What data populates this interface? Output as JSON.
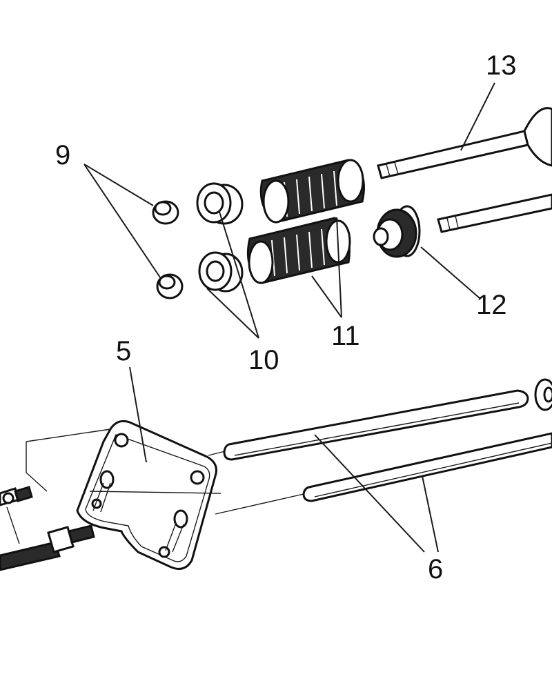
{
  "callouts": {
    "n5": "5",
    "n6": "6",
    "n9": "9",
    "n10": "10",
    "n11": "11",
    "n12": "12",
    "n13": "13"
  },
  "colors": {
    "ink": "#111111",
    "background": "#ffffff"
  }
}
